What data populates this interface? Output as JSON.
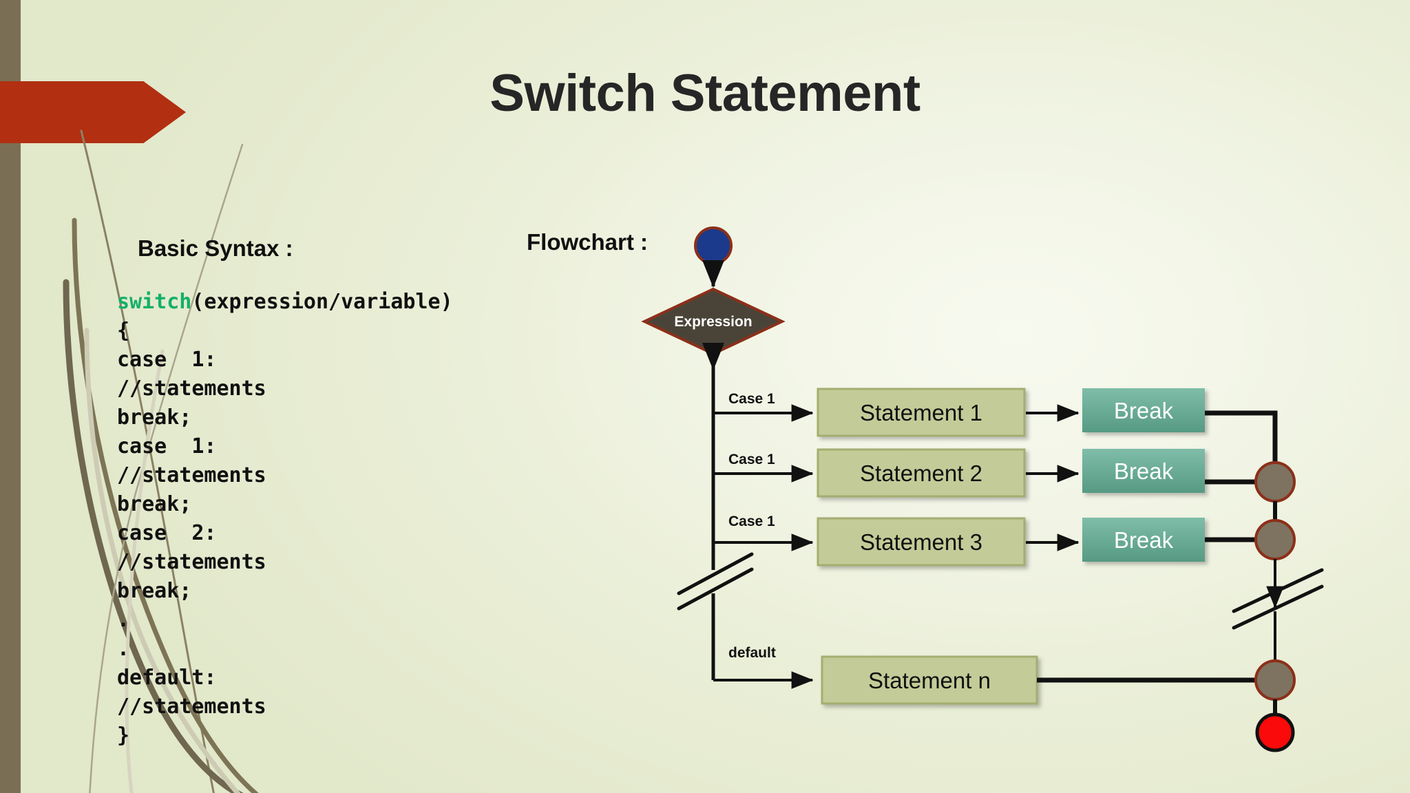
{
  "slide": {
    "title": "Switch Statement",
    "background_color": "#eef2de",
    "accent_bar_color": "#7a6f54",
    "banner_color": "#b22f11"
  },
  "left_panel": {
    "heading": "Basic Syntax :",
    "keyword": "switch",
    "keyword_color": "#13b06a",
    "code_lines": [
      "(expression/variable)",
      "{",
      "case  1:",
      "//statements",
      "break;",
      "case  1:",
      "//statements",
      "break;",
      "case  2:",
      "//statements",
      "break;",
      ".",
      ".",
      "default:",
      "//statements",
      "}"
    ]
  },
  "flowchart": {
    "label": "Flowchart :",
    "start_node": {
      "name": "start-node",
      "fill": "#1b3a8c",
      "stroke": "#8c2f1a"
    },
    "decision": {
      "label": "Expression",
      "fill": "#4a4438",
      "stroke": "#8c2f1a"
    },
    "branches": [
      {
        "edge_label": "Case 1",
        "statement": "Statement 1",
        "action": "Break"
      },
      {
        "edge_label": "Case 1",
        "statement": "Statement 2",
        "action": "Break"
      },
      {
        "edge_label": "Case 1",
        "statement": "Statement 3",
        "action": "Break"
      }
    ],
    "default_branch": {
      "edge_label": "default",
      "statement": "Statement n"
    },
    "merge_nodes": 3,
    "merge_node_fill": "#7d7360",
    "merge_node_stroke": "#8c2f1a",
    "end_node": {
      "name": "end-node",
      "fill": "#fa0a0a",
      "stroke": "#111111"
    },
    "statement_box": {
      "fill": "#c3cc98",
      "stroke": "#a5ad6f"
    },
    "break_box": {
      "fill_top": "#78b8a4",
      "fill_bottom": "#5a9c86"
    },
    "break_marks": 2
  }
}
